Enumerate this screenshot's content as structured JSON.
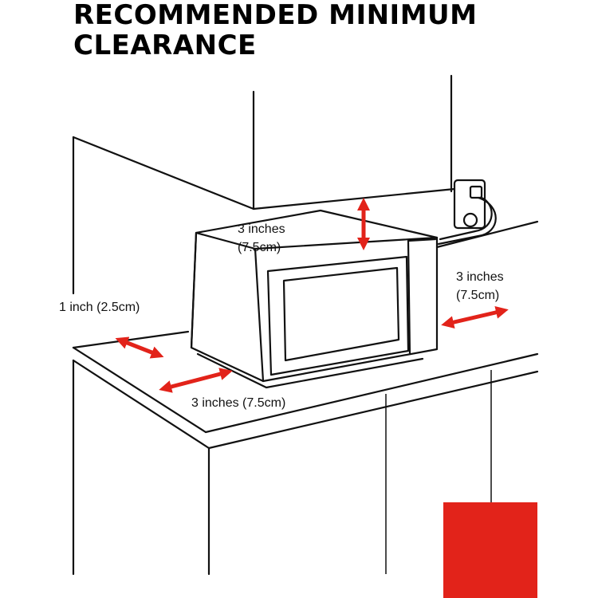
{
  "title": {
    "line1": "RECOMMENDED MINIMUM",
    "line2": "CLEARANCE"
  },
  "labels": {
    "top_line1": "3 inches",
    "top_line2": "(7.5cm)",
    "right_line1": "3 inches",
    "right_line2": "(7.5cm)",
    "left": "1 inch (2.5cm)",
    "front": "3 inches (7.5cm)"
  },
  "colors": {
    "accent": "#e2231a",
    "line": "#111111",
    "background": "#ffffff"
  }
}
